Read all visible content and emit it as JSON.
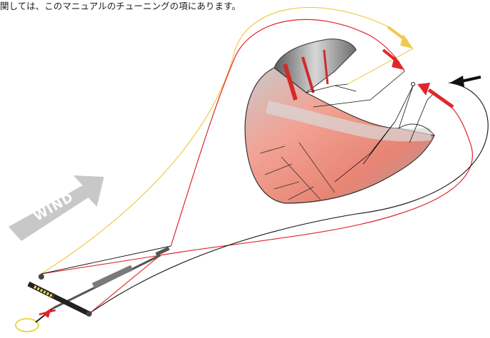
{
  "caption": "関しては、このマニュアルのチューニングの項にあります。",
  "wind_label": "WIND",
  "colors": {
    "front_line": "#e0262a",
    "back_line_yellow": "#f2c94c",
    "back_line_black": "#111111",
    "kite_canopy": "#e98a7a",
    "kite_grey": "#8e8e8e",
    "wind_arrow": "#c8c8c8",
    "bar_yellow": "#e9d84a"
  },
  "icons": {
    "yellow_arrow": "arrow-down-right",
    "red_arrows": "arrow-down-right",
    "black_arrow": "arrow-left"
  }
}
